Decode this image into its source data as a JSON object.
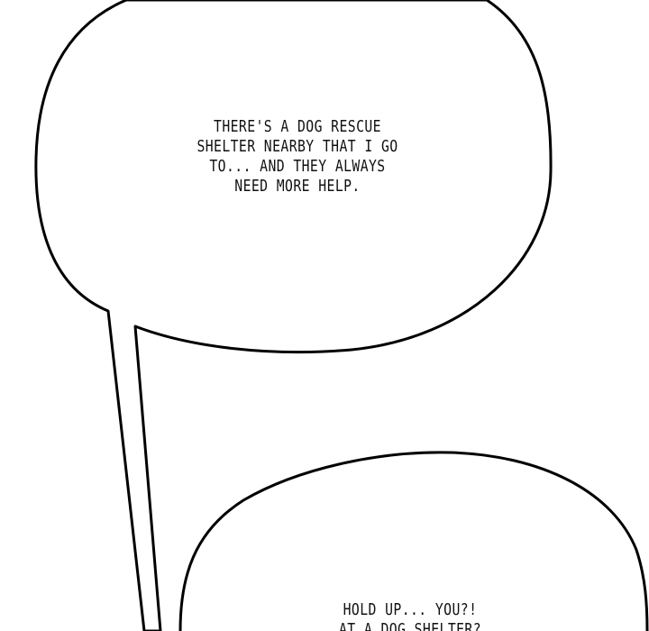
{
  "panel": {
    "background": "#ffffff",
    "ink_color": "#000000"
  },
  "bubbles": [
    {
      "lines": [
        "THERE'S A DOG RESCUE",
        "SHELTER NEARBY THAT I GO",
        "TO... AND THEY ALWAYS",
        "NEED MORE HELP."
      ]
    },
    {
      "lines": [
        "HOLD UP... YOU?!",
        "AT A DOG SHELTER?"
      ]
    }
  ]
}
